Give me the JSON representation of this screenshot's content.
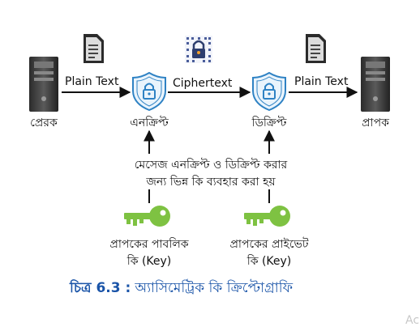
{
  "nodes": {
    "sender": "প্রেরক",
    "encrypt": "এনক্রিপ্ট",
    "decrypt": "ডিক্রিপ্ট",
    "receiver": "প্রাপক"
  },
  "edges": {
    "plain_text_left": "Plain Text",
    "ciphertext": "Ciphertext",
    "plain_text_right": "Plain Text"
  },
  "note": {
    "line1": "মেসেজ এনক্রিপ্ট ও ডিক্রিপ্ট করার",
    "line2": "জন্য ভিন্ন কি ব্যবহার করা হয়"
  },
  "keys": {
    "public": {
      "line1": "প্রাপকের পাবলিক",
      "line2": "কি (Key)",
      "color": "#7ec242"
    },
    "private": {
      "line1": "প্রাপকের প্রাইভেট",
      "line2": "কি (Key)",
      "color": "#7ec242"
    }
  },
  "caption": {
    "prefix": "চিত্র 6.3 :",
    "text": "অ্যাসিমেট্রিক কি ক্রিপ্টোগ্রাফি"
  },
  "watermark": "Ac",
  "colors": {
    "shield": "#2e82c4",
    "caption": "#1a54a8",
    "arrow": "#111111"
  },
  "icons": [
    "computer-tower-icon",
    "document-icon",
    "shield-lock-icon",
    "binary-padlock-icon",
    "key-icon"
  ]
}
